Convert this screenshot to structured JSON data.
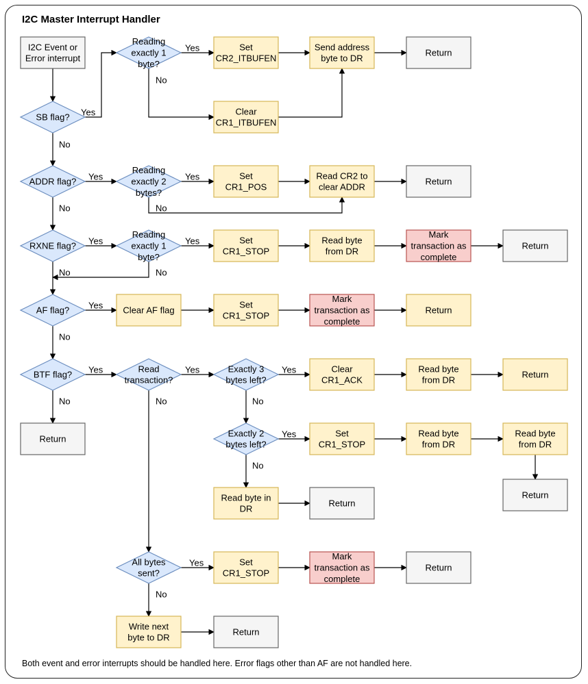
{
  "title": "I2C Master Interrupt Handler",
  "footer": "Both event and error interrupts should be handled here. Error flags other than AF are not handled here.",
  "colors": {
    "gray_fill": "#f5f5f5",
    "gray_stroke": "#666666",
    "yellow_fill": "#fff2cc",
    "yellow_stroke": "#d6b656",
    "red_fill": "#f8cecc",
    "red_stroke": "#b85450",
    "blue_fill": "#dae8fc",
    "blue_stroke": "#6c8ebf",
    "edge": "#000000"
  },
  "nodes": [
    {
      "id": "start",
      "style": "gray",
      "lines": [
        "I2C Event or",
        "Error interrupt"
      ]
    },
    {
      "id": "sb",
      "style": "blue",
      "lines": [
        "SB flag?"
      ]
    },
    {
      "id": "r1",
      "style": "blue",
      "lines": [
        "Reading",
        "exactly 1",
        "byte?"
      ]
    },
    {
      "id": "set_itbufen",
      "style": "yellow",
      "lines": [
        "Set",
        "CR2_ITBUFEN"
      ]
    },
    {
      "id": "clr_itbufen",
      "style": "yellow",
      "lines": [
        "Clear",
        "CR1_ITBUFEN"
      ]
    },
    {
      "id": "send_addr",
      "style": "yellow",
      "lines": [
        "Send address",
        "byte to DR"
      ]
    },
    {
      "id": "ret1",
      "style": "gray",
      "lines": [
        "Return"
      ]
    },
    {
      "id": "addr",
      "style": "blue",
      "lines": [
        "ADDR flag?"
      ]
    },
    {
      "id": "r2",
      "style": "blue",
      "lines": [
        "Reading",
        "exactly 2",
        "bytes?"
      ]
    },
    {
      "id": "set_pos",
      "style": "yellow",
      "lines": [
        "Set",
        "CR1_POS"
      ]
    },
    {
      "id": "read_cr2",
      "style": "yellow",
      "lines": [
        "Read CR2 to",
        "clear ADDR"
      ]
    },
    {
      "id": "ret2",
      "style": "gray",
      "lines": [
        "Return"
      ]
    },
    {
      "id": "rxne",
      "style": "blue",
      "lines": [
        "RXNE flag?"
      ]
    },
    {
      "id": "r3",
      "style": "blue",
      "lines": [
        "Reading",
        "exactly 1",
        "byte?"
      ]
    },
    {
      "id": "set_stop1",
      "style": "yellow",
      "lines": [
        "Set",
        "CR1_STOP"
      ]
    },
    {
      "id": "read_dr1",
      "style": "yellow",
      "lines": [
        "Read byte",
        "from DR"
      ]
    },
    {
      "id": "mark1",
      "style": "red",
      "lines": [
        "Mark",
        "transaction as",
        "complete"
      ]
    },
    {
      "id": "ret3",
      "style": "gray",
      "lines": [
        "Return"
      ]
    },
    {
      "id": "af",
      "style": "blue",
      "lines": [
        "AF flag?"
      ]
    },
    {
      "id": "clr_af",
      "style": "yellow",
      "lines": [
        "Clear AF flag"
      ]
    },
    {
      "id": "set_stop2",
      "style": "yellow",
      "lines": [
        "Set",
        "CR1_STOP"
      ]
    },
    {
      "id": "mark2",
      "style": "red",
      "lines": [
        "Mark",
        "transaction as",
        "complete"
      ]
    },
    {
      "id": "ret4",
      "style": "yellow",
      "lines": [
        "Return"
      ]
    },
    {
      "id": "btf",
      "style": "blue",
      "lines": [
        "BTF flag?"
      ]
    },
    {
      "id": "read_tx",
      "style": "blue",
      "lines": [
        "Read",
        "transaction?"
      ]
    },
    {
      "id": "ex3",
      "style": "blue",
      "lines": [
        "Exactly 3",
        "bytes left?"
      ]
    },
    {
      "id": "clr_ack",
      "style": "yellow",
      "lines": [
        "Clear",
        "CR1_ACK"
      ]
    },
    {
      "id": "read_dr2",
      "style": "yellow",
      "lines": [
        "Read byte",
        "from DR"
      ]
    },
    {
      "id": "ret5",
      "style": "yellow",
      "lines": [
        "Return"
      ]
    },
    {
      "id": "ret6",
      "style": "gray",
      "lines": [
        "Return"
      ]
    },
    {
      "id": "ex2",
      "style": "blue",
      "lines": [
        "Exactly 2",
        "bytes left?"
      ]
    },
    {
      "id": "set_stop3",
      "style": "yellow",
      "lines": [
        "Set",
        "CR1_STOP"
      ]
    },
    {
      "id": "read_dr3",
      "style": "yellow",
      "lines": [
        "Read byte",
        "from DR"
      ]
    },
    {
      "id": "read_dr4",
      "style": "yellow",
      "lines": [
        "Read byte",
        "from DR"
      ]
    },
    {
      "id": "ret7",
      "style": "gray",
      "lines": [
        "Return"
      ]
    },
    {
      "id": "read_in_dr",
      "style": "yellow",
      "lines": [
        "Read byte in",
        "DR"
      ]
    },
    {
      "id": "ret8",
      "style": "gray",
      "lines": [
        "Return"
      ]
    },
    {
      "id": "all_sent",
      "style": "blue",
      "lines": [
        "All bytes",
        "sent?"
      ]
    },
    {
      "id": "set_stop4",
      "style": "yellow",
      "lines": [
        "Set",
        "CR1_STOP"
      ]
    },
    {
      "id": "mark3",
      "style": "red",
      "lines": [
        "Mark",
        "transaction as",
        "complete"
      ]
    },
    {
      "id": "ret9",
      "style": "gray",
      "lines": [
        "Return"
      ]
    },
    {
      "id": "write_next",
      "style": "yellow",
      "lines": [
        "Write next",
        "byte to DR"
      ]
    },
    {
      "id": "ret10",
      "style": "gray",
      "lines": [
        "Return"
      ]
    }
  ],
  "edges": [
    {
      "id": "e_start_sb",
      "label": ""
    },
    {
      "id": "e_sb_r1",
      "label": "Yes"
    },
    {
      "id": "e_r1_set",
      "label": "Yes"
    },
    {
      "id": "e_r1_clr",
      "label": "No"
    },
    {
      "id": "e_set_send",
      "label": ""
    },
    {
      "id": "e_clr_send",
      "label": ""
    },
    {
      "id": "e_send_ret1",
      "label": ""
    },
    {
      "id": "e_sb_addr",
      "label": "No"
    },
    {
      "id": "e_addr_r2",
      "label": "Yes"
    },
    {
      "id": "e_r2_pos",
      "label": "Yes"
    },
    {
      "id": "e_r2_cr2",
      "label": "No"
    },
    {
      "id": "e_pos_cr2",
      "label": ""
    },
    {
      "id": "e_cr2_ret2",
      "label": ""
    },
    {
      "id": "e_addr_rxne",
      "label": "No"
    },
    {
      "id": "e_rxne_r3",
      "label": "Yes"
    },
    {
      "id": "e_r3_stop",
      "label": "Yes"
    },
    {
      "id": "e_r3_af",
      "label": "No"
    },
    {
      "id": "e_stop1_dr1",
      "label": ""
    },
    {
      "id": "e_dr1_mark1",
      "label": ""
    },
    {
      "id": "e_mark1_ret3",
      "label": ""
    },
    {
      "id": "e_rxne_af",
      "label": "No"
    },
    {
      "id": "e_af_clr",
      "label": "Yes"
    },
    {
      "id": "e_clr_stop2",
      "label": ""
    },
    {
      "id": "e_stop2_mark2",
      "label": ""
    },
    {
      "id": "e_mark2_ret4",
      "label": ""
    },
    {
      "id": "e_af_btf",
      "label": "No"
    },
    {
      "id": "e_btf_readtx",
      "label": "Yes"
    },
    {
      "id": "e_btf_ret6",
      "label": "No"
    },
    {
      "id": "e_readtx_ex3",
      "label": "Yes"
    },
    {
      "id": "e_readtx_all",
      "label": "No"
    },
    {
      "id": "e_ex3_ack",
      "label": "Yes"
    },
    {
      "id": "e_ex3_ex2",
      "label": "No"
    },
    {
      "id": "e_ack_dr2",
      "label": ""
    },
    {
      "id": "e_dr2_ret5",
      "label": ""
    },
    {
      "id": "e_ex2_stop3",
      "label": "Yes"
    },
    {
      "id": "e_ex2_rid",
      "label": "No"
    },
    {
      "id": "e_stop3_dr3",
      "label": ""
    },
    {
      "id": "e_dr3_dr4",
      "label": ""
    },
    {
      "id": "e_dr4_ret7",
      "label": ""
    },
    {
      "id": "e_rid_ret8",
      "label": ""
    },
    {
      "id": "e_all_stop4",
      "label": "Yes"
    },
    {
      "id": "e_all_write",
      "label": "No"
    },
    {
      "id": "e_stop4_mark3",
      "label": ""
    },
    {
      "id": "e_mark3_ret9",
      "label": ""
    },
    {
      "id": "e_write_ret10",
      "label": ""
    }
  ]
}
